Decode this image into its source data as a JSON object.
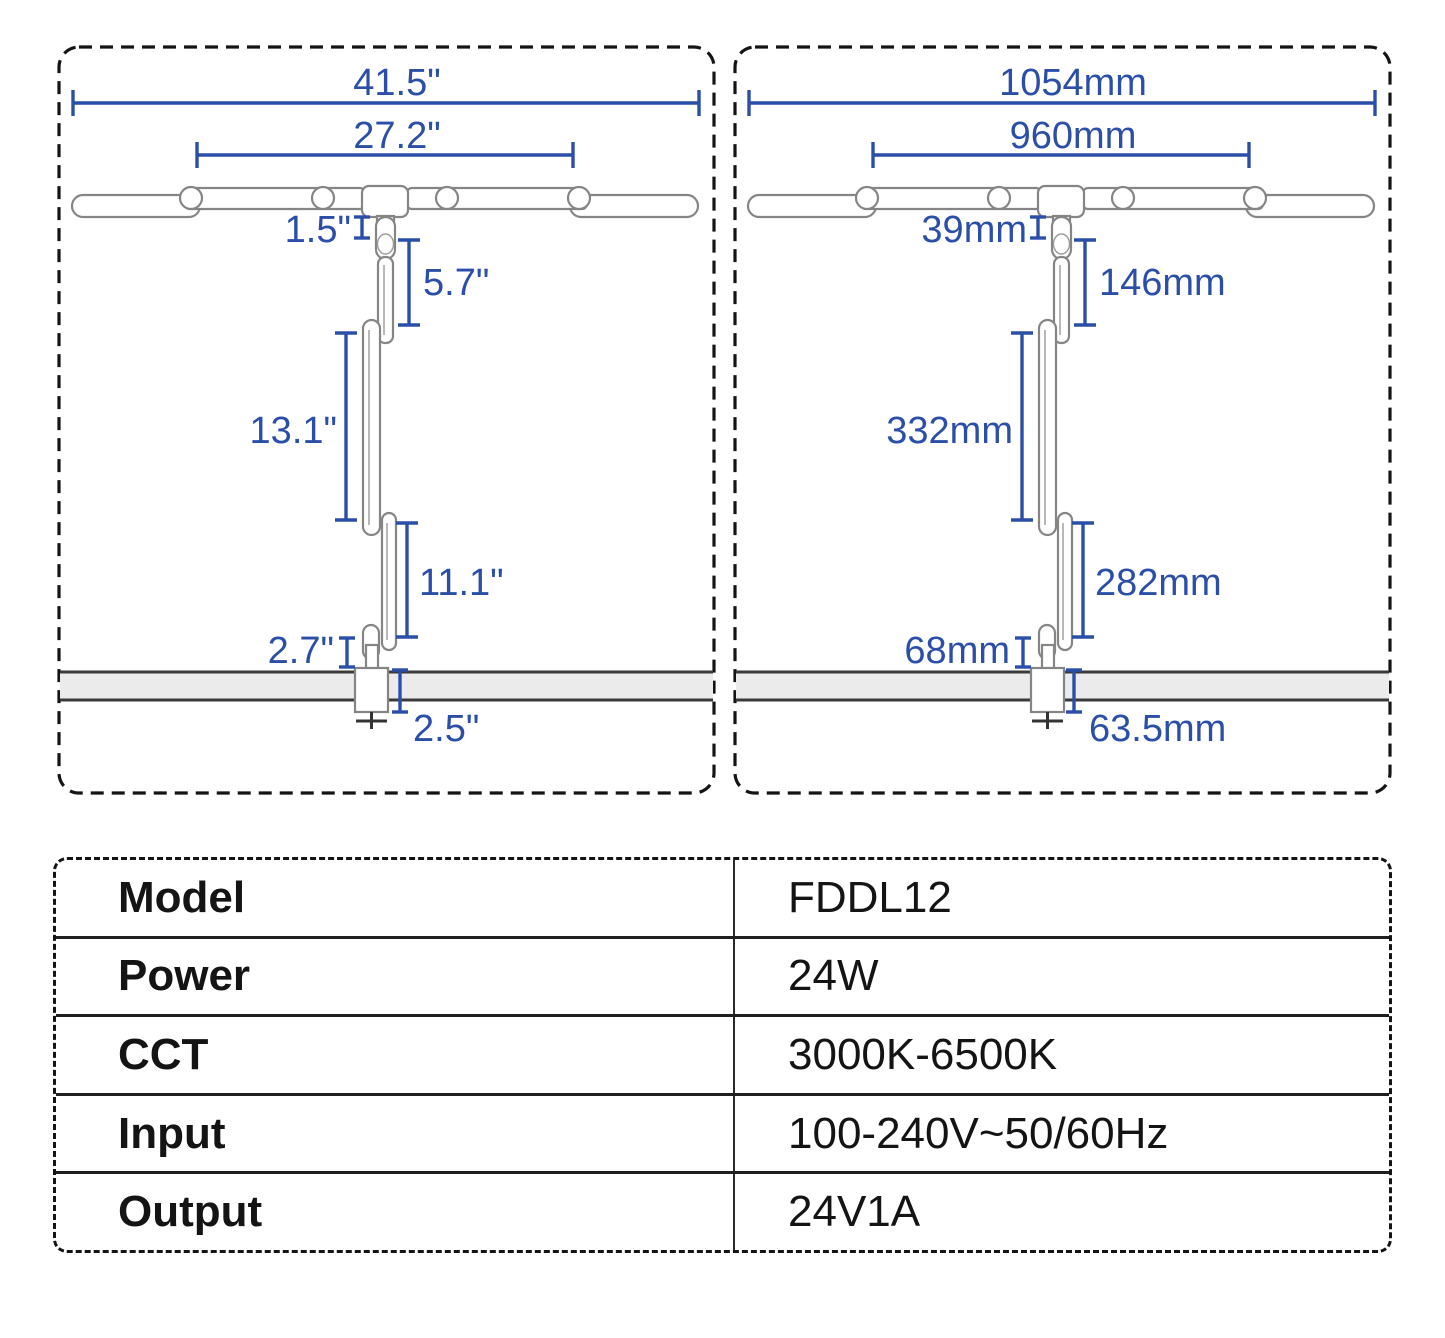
{
  "colors": {
    "dimension_blue": "#2b4ea8",
    "drawing_gray": "#858585",
    "desk_fill": "#ebebeb",
    "frame_black": "#141414"
  },
  "panels": [
    {
      "name": "imperial-dimensions",
      "dims": {
        "overall_width": "41.5\"",
        "head_width": "27.2\"",
        "head_to_joint": "1.5\"",
        "upper_arm": "5.7\"",
        "middle_arm": "13.1\"",
        "lower_arm": "11.1\"",
        "riser_height": "2.7\"",
        "clamp_depth": "2.5\""
      }
    },
    {
      "name": "metric-dimensions",
      "dims": {
        "overall_width": "1054mm",
        "head_width": "960mm",
        "head_to_joint": "39mm",
        "upper_arm": "146mm",
        "middle_arm": "332mm",
        "lower_arm": "282mm",
        "riser_height": "68mm",
        "clamp_depth": "63.5mm"
      }
    }
  ],
  "spec_table": {
    "rows": [
      {
        "label": "Model",
        "value": "FDDL12"
      },
      {
        "label": "Power",
        "value": "24W"
      },
      {
        "label": "CCT",
        "value": "3000K-6500K"
      },
      {
        "label": "Input",
        "value": "100-240V~50/60Hz"
      },
      {
        "label": "Output",
        "value": "24V1A"
      }
    ]
  }
}
